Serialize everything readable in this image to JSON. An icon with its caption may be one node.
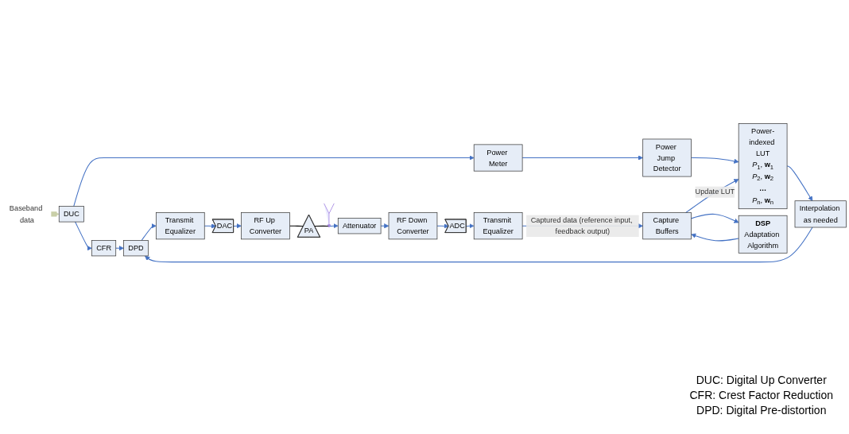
{
  "diagram": {
    "nodes": [
      {
        "text": [
          "Baseband data"
        ]
      },
      {
        "text": [
          "DUC"
        ]
      },
      {
        "text": [
          "CFR"
        ]
      },
      {
        "text": [
          "DPD"
        ]
      },
      {
        "text": [
          "Transmit Equalizer"
        ]
      },
      {
        "text": [
          "DAC"
        ]
      },
      {
        "text": [
          "RF Up Converter"
        ]
      },
      {
        "text": [
          "PA"
        ]
      },
      {
        "text": [],
        "shape": "picture"
      },
      {
        "text": [
          "Power Meter"
        ]
      },
      {
        "text": [
          "Power Jump Detector"
        ]
      },
      {
        "text": [
          "Power-indexed LUT",
          "*P*$_{1}$, **w**$_{1}$",
          "*P*$_{2}$, **w**$_{2}$",
          "**…**",
          "*P*$_{n}$, **w**$_{n}$"
        ]
      },
      {
        "text": [
          "Interpolation as needed"
        ]
      },
      {
        "text": [
          "Transmit Equalizer"
        ]
      },
      {
        "text": [
          "ADC"
        ]
      },
      {
        "text": [
          "RF Down Converter"
        ]
      },
      {
        "text": [
          "Attenuator"
        ]
      },
      {
        "text": [
          "Capture Buffers"
        ]
      },
      {
        "text": [
          "**DSP**",
          "Adaptation Algorithm"
        ]
      }
    ],
    "edges": [
      {
        "from": 0,
        "to": 1,
        "arrow": "to",
        "style": "thick",
        "color": "#c9cfa8"
      },
      {
        "from": 1,
        "to": 2,
        "arrow": "to"
      },
      {
        "from": 1,
        "to": 9,
        "arrow": "to"
      },
      {
        "from": 2,
        "to": 3,
        "arrow": "to"
      },
      {
        "from": 3,
        "to": 4,
        "arrow": "to"
      },
      {
        "from": 4,
        "to": 5,
        "arrow": "to"
      },
      {
        "from": 5,
        "to": 6,
        "arrow": "to"
      },
      {
        "from": 6,
        "to": 7,
        "arrow": "none",
        "color": "#000000"
      },
      {
        "from": 7,
        "to": 8,
        "arrow": "none",
        "color": "#000000"
      },
      {
        "from": 8,
        "to": 16,
        "arrow": "to"
      },
      {
        "from": 16,
        "to": 15,
        "arrow": "to"
      },
      {
        "from": 15,
        "to": 14,
        "arrow": "to"
      },
      {
        "from": 14,
        "to": 13,
        "arrow": "to"
      },
      {
        "from": 13,
        "to": 17,
        "arrow": "to",
        "label": "Captured data (reference input, feedback output)"
      },
      {
        "from": 9,
        "to": 10,
        "arrow": "to"
      },
      {
        "from": 10,
        "to": 11,
        "arrow": "to"
      },
      {
        "from": 11,
        "to": 12,
        "arrow": "to"
      },
      {
        "from": 12,
        "to": 3,
        "arrow": "to"
      },
      {
        "from": 17,
        "to": 11,
        "arrow": "to",
        "label": "Update LUT"
      },
      {
        "from": 18,
        "to": 17,
        "arrow": "to"
      },
      {
        "from": 17,
        "to": 18,
        "arrow": "to"
      }
    ],
    "labels": [
      "DUC: Digital Up Converter",
      "CFR: Crest Factor Reduction",
      "DPD: Digital Pre-distortion"
    ]
  }
}
